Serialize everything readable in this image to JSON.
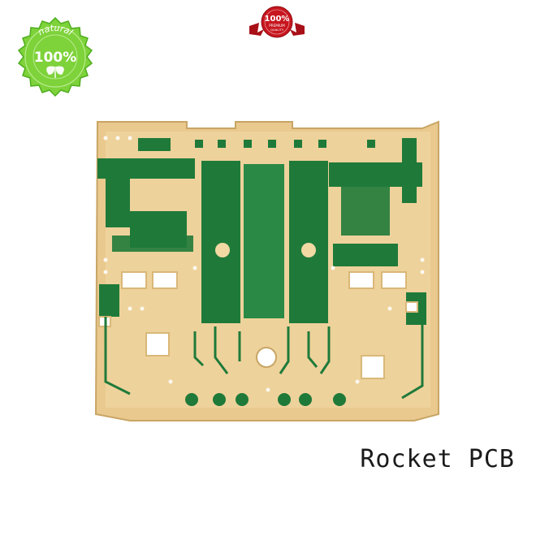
{
  "badge_natural": {
    "ring_text": "natural",
    "percent": "100%",
    "colors": {
      "fill": "#7ed23a",
      "edge": "#4fae1f",
      "text": "#ffffff"
    },
    "icon": "leaf-icon"
  },
  "badge_premium": {
    "percent": "100%",
    "ribbon_text": "PREMIUM",
    "sub_text": "QUALITY",
    "colors": {
      "seal": "#c7161f",
      "ribbon": "#a80f17",
      "text": "#ffffff"
    }
  },
  "pcb_image": {
    "colors": {
      "substrate": "#e9c98e",
      "copper": "#f2d9a4",
      "mask": "#1f7a3a",
      "pad": "#ffffff"
    }
  },
  "watermark": {
    "text": "Rocket PCB"
  }
}
